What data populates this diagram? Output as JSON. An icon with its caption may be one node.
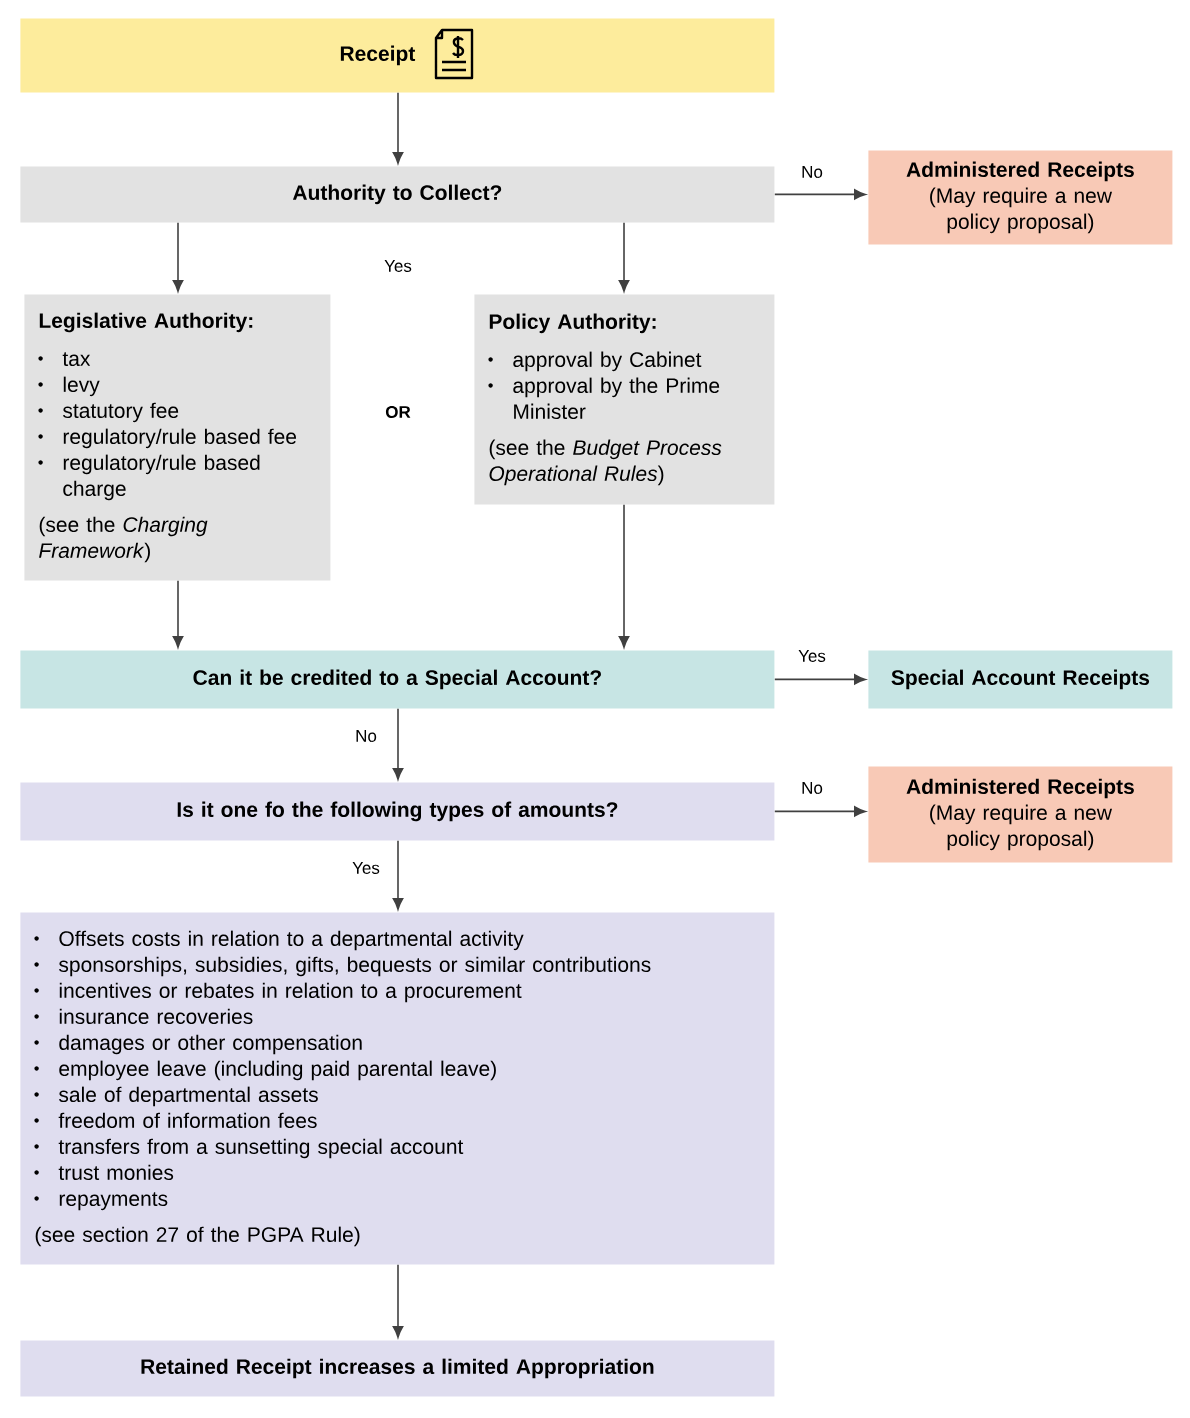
{
  "diagram": {
    "nodes": [
      {
        "text": [
          "Receipt"
        ]
      },
      {
        "text": [
          "Authority to Collect?"
        ]
      },
      {
        "text": [
          "Administered Receipts",
          "(May require a new policy proposal)"
        ]
      },
      {
        "text": [
          "Legislative Authority:",
          "tax",
          "levy",
          "statutory fee",
          "regulatory/rule based fee",
          "regulatory/rule based charge",
          "(see the *Charging Framework*)"
        ]
      },
      {
        "text": [
          "Policy Authority:",
          "approval by Cabinet",
          "approval by the Prime Minister",
          "(see the *Budget Process Operational Rules*)"
        ]
      },
      {
        "text": [
          "Can it be credited to a Special Account?"
        ]
      },
      {
        "text": [
          "Special Account Receipts"
        ]
      },
      {
        "text": [
          "Is it one fo the following types of amounts?"
        ]
      },
      {
        "text": [
          "Administered Receipts",
          "(May require a new policy proposal)"
        ]
      },
      {
        "text": [
          "Offsets costs in relation to a departmental activity",
          "sponsorships, subsidies, gifts, bequests or similar contributions",
          "incentives or rebates in relation to a procurement",
          "insurance recoveries",
          "damages or other compensation",
          "employee leave (including paid parental leave)",
          "sale of departmental assets",
          "freedom of information fees",
          "transfers from a sunsetting special account",
          "trust monies",
          "repayments",
          "(see section 27 of the PGPA Rule)"
        ]
      },
      {
        "text": [
          "Retained Receipt increases a limited Appropriation"
        ]
      }
    ],
    "edges": [
      {
        "from": 0,
        "to": 1,
        "arrow": "to"
      },
      {
        "from": 1,
        "to": 2,
        "arrow": "to",
        "label": "No"
      },
      {
        "from": 1,
        "to": 3,
        "arrow": "to"
      },
      {
        "from": 1,
        "to": 4,
        "arrow": "to"
      },
      {
        "from": 3,
        "to": 5,
        "arrow": "to"
      },
      {
        "from": 4,
        "to": 5,
        "arrow": "to"
      },
      {
        "from": 5,
        "to": 6,
        "arrow": "to",
        "label": "Yes"
      },
      {
        "from": 5,
        "to": 7,
        "arrow": "to",
        "label": "No"
      },
      {
        "from": 7,
        "to": 8,
        "arrow": "to",
        "label": "No"
      },
      {
        "from": 7,
        "to": 9,
        "arrow": "to",
        "label": "Yes"
      },
      {
        "from": 9,
        "to": 10,
        "arrow": "to"
      }
    ],
    "labels": [
      "Yes",
      "OR"
    ]
  }
}
